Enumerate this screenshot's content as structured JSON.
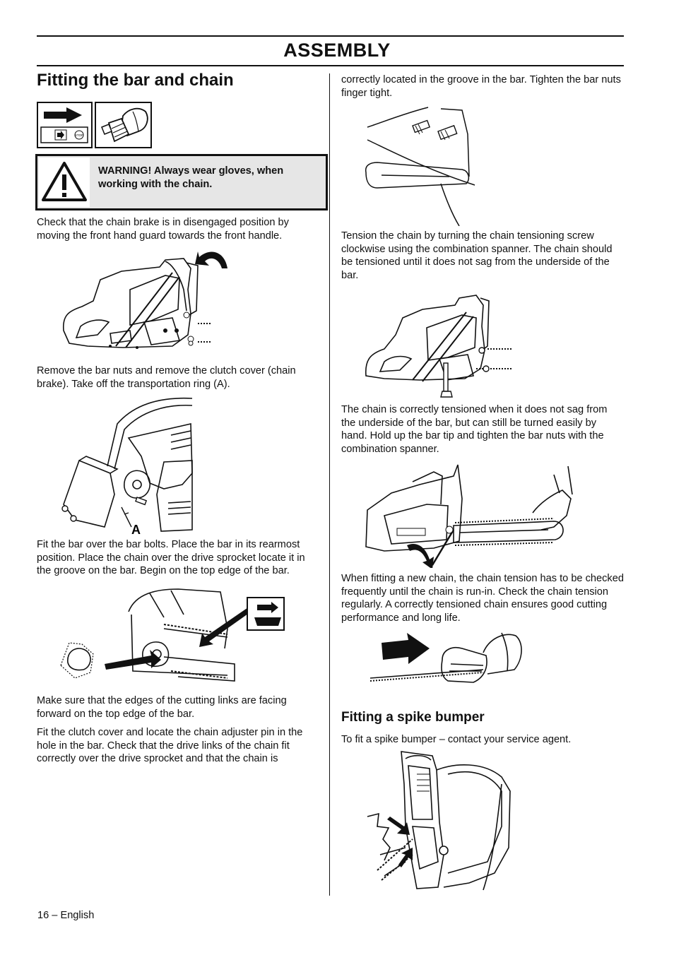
{
  "header": {
    "title": "ASSEMBLY"
  },
  "section": {
    "title": "Fitting the bar and chain"
  },
  "warning": {
    "text": "WARNING! Always wear gloves, when working with the chain."
  },
  "left_column": {
    "p1": "Check that the chain brake is in disengaged position by moving the front hand guard towards the front handle.",
    "p2": "Remove the bar nuts and remove the clutch cover (chain brake). Take off the transportation ring (A).",
    "fig2_label": "A",
    "p3": "Fit the bar over the bar bolts. Place the bar in its rearmost position. Place the chain over the drive sprocket locate it in the groove on the bar. Begin on the top edge of the bar.",
    "p4": "Make sure that the edges of the cutting links are facing forward on the top edge of the bar.",
    "p5": "Fit the clutch cover and locate the chain adjuster pin in the hole in the bar. Check that the drive links of the chain fit correctly over the drive sprocket and that the chain is"
  },
  "right_column": {
    "p1": "correctly located in the groove in the bar. Tighten the bar nuts finger tight.",
    "p2": "Tension the chain by turning the chain tensioning screw clockwise using the combination spanner. The chain should be tensioned until it does not sag from the underside of the bar.",
    "p3": "The chain is correctly tensioned when it does not sag from the underside of the bar, but can still be turned easily by hand. Hold up the bar tip and tighten the bar nuts with the combination spanner.",
    "p4": "When fitting a new chain, the chain tension has to be checked frequently until the chain is run-in. Check the chain tension regularly. A correctly tensioned chain ensures good cutting performance and long life.",
    "subsection_title": "Fitting a spike bumper",
    "p5": "To fit a spike bumper – contact your service agent."
  },
  "icons": {
    "stop_label": "STOP"
  },
  "footer": {
    "page_label": "16 – English"
  }
}
